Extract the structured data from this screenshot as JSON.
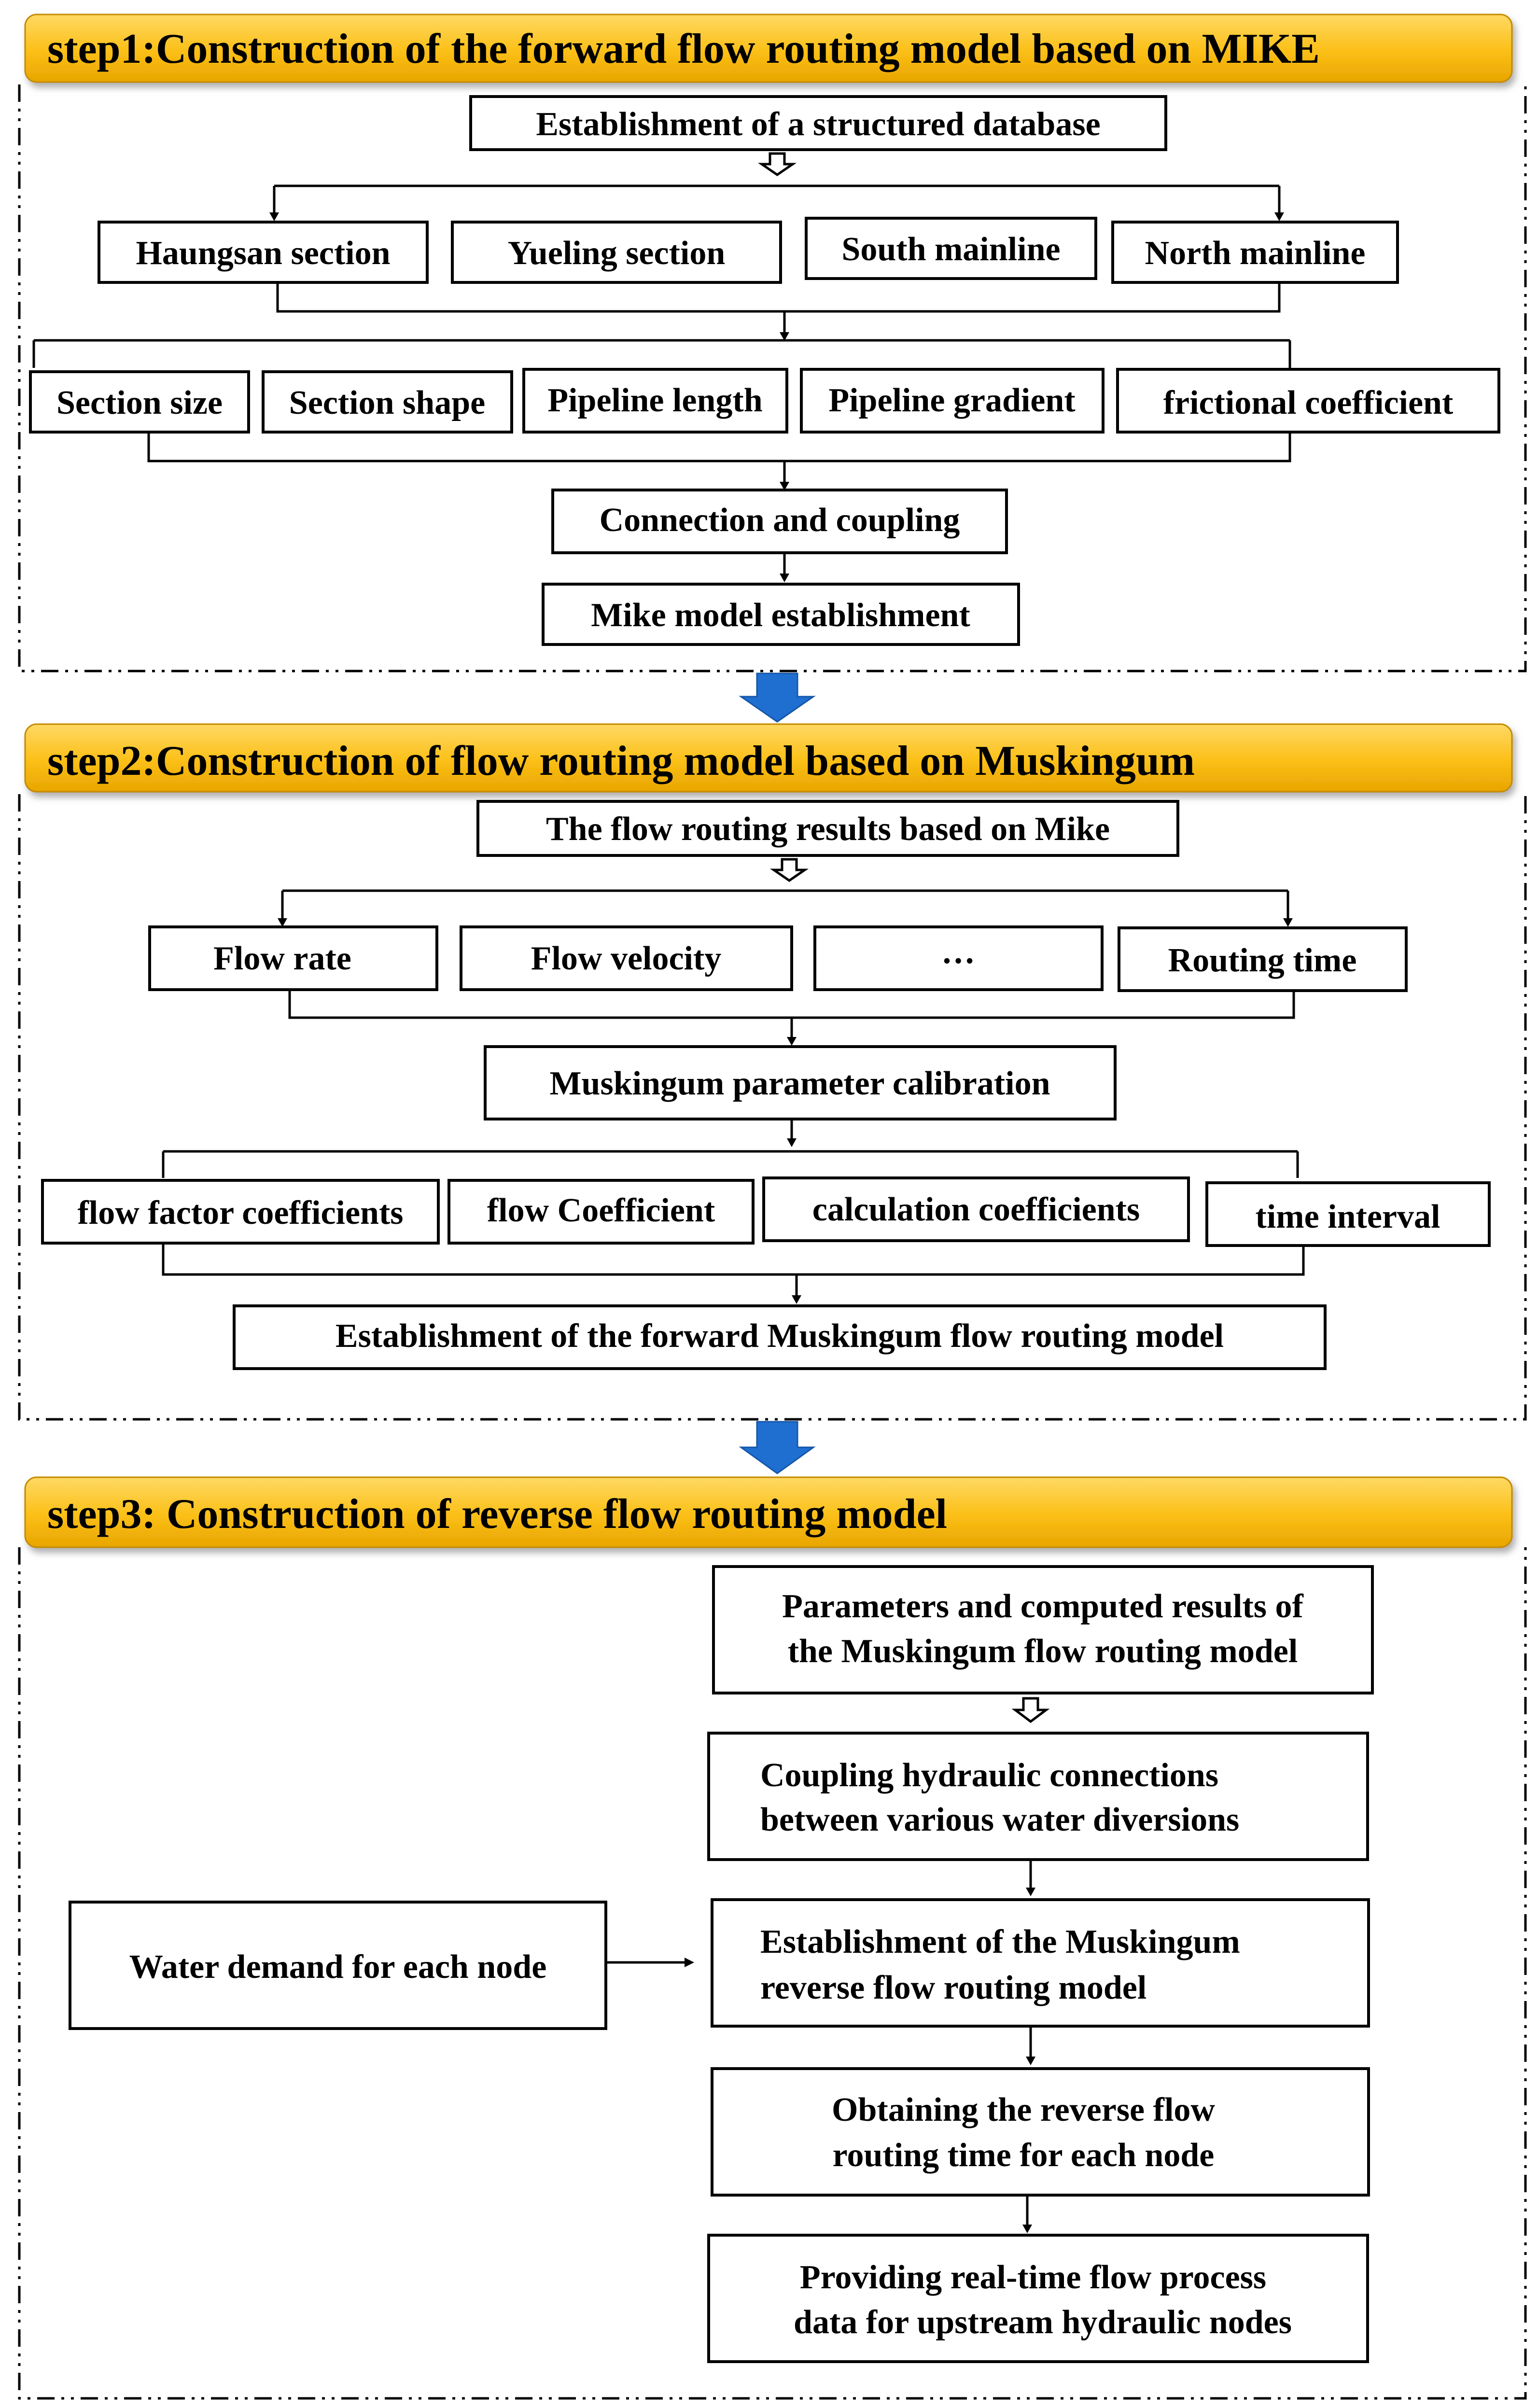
{
  "colors": {
    "header_top": "#ffd964",
    "header_mid": "#fbbf16",
    "header_bottom": "#e8a500",
    "transition_arrow": "#1f6fd1",
    "box_border": "#000000",
    "text": "#000000"
  },
  "step1": {
    "header": "step1:Construction of the forward flow routing model based on MIKE",
    "database": "Establishment of a structured database",
    "sections": [
      "Haungsan section",
      "Yueling section",
      "South mainline",
      "North mainline"
    ],
    "params": [
      "Section size",
      "Section shape",
      "Pipeline length",
      "Pipeline gradient",
      "frictional coefficient"
    ],
    "connection": "Connection and coupling",
    "establishment": "Mike model establishment"
  },
  "step2": {
    "header": "step2:Construction of flow routing model based on Muskingum",
    "results": "The flow routing results based on Mike",
    "outputs": [
      "Flow rate",
      "Flow velocity",
      "…",
      "Routing time"
    ],
    "calibration": "Muskingum parameter calibration",
    "coefficients": [
      "flow factor coefficients",
      "flow Coefficient",
      "calculation coefficients",
      "time interval"
    ],
    "establishment": "Establishment of the forward Muskingum flow routing model"
  },
  "step3": {
    "header": "step3: Construction of  reverse flow routing model",
    "parameters": [
      "Parameters and computed results of",
      "the Muskingum flow routing model"
    ],
    "coupling": [
      "Coupling hydraulic connections",
      "between various water diversions"
    ],
    "demand": "Water demand for each node",
    "reverse_model": [
      "Establishment of the Muskingum",
      "reverse flow routing model"
    ],
    "obtaining": [
      "Obtaining the reverse flow",
      "routing time for each node"
    ],
    "providing": [
      "Providing real-time flow process",
      "data for upstream hydraulic nodes"
    ]
  }
}
